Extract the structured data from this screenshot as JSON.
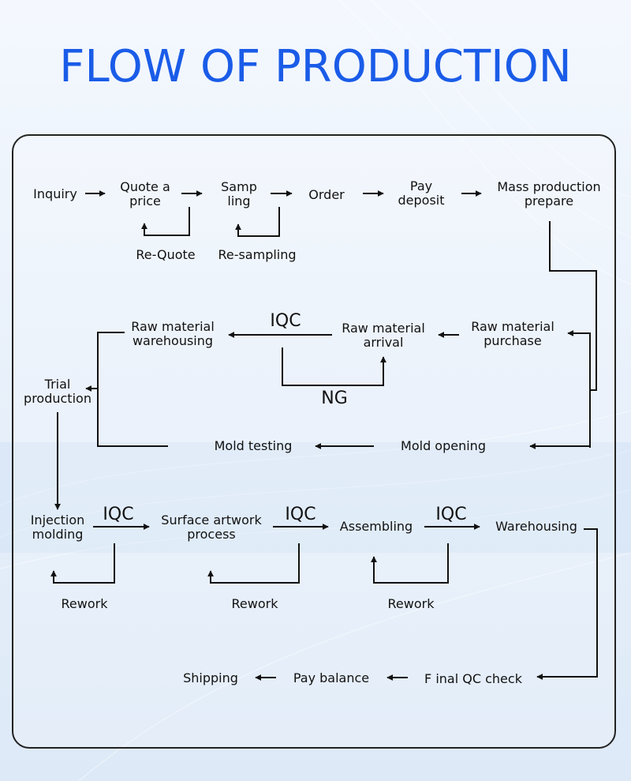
{
  "title": "FLOW OF PRODUCTION",
  "nodes": {
    "inquiry": "Inquiry",
    "quote": "Quote a\nprice",
    "sampling": "Samp\nling",
    "order": "Order",
    "deposit": "Pay\ndeposit",
    "mass": "Mass production\nprepare",
    "requote": "Re-Quote",
    "resampling": "Re-sampling",
    "raw_wh": "Raw material\nwarehousing",
    "raw_arrival": "Raw material\narrival",
    "raw_purchase": "Raw material\npurchase",
    "trial": "Trial\nproduction",
    "mold_testing": "Mold testing",
    "mold_opening": "Mold opening",
    "injection": "Injection\nmolding",
    "surface": "Surface artwork\nprocess",
    "assembling": "Assembling",
    "warehousing": "Warehousing",
    "rework1": "Rework",
    "rework2": "Rework",
    "rework3": "Rework",
    "shipping": "Shipping",
    "pay_balance": "Pay balance",
    "final_qc": "F inal QC check"
  },
  "edge_labels": {
    "iqc_raw": "IQC",
    "ng": "NG",
    "iqc_injection": "IQC",
    "iqc_surface": "IQC",
    "iqc_assembling": "IQC"
  },
  "colors": {
    "title": "#1a5ce8",
    "line": "#111111",
    "panel_border": "#222222"
  }
}
